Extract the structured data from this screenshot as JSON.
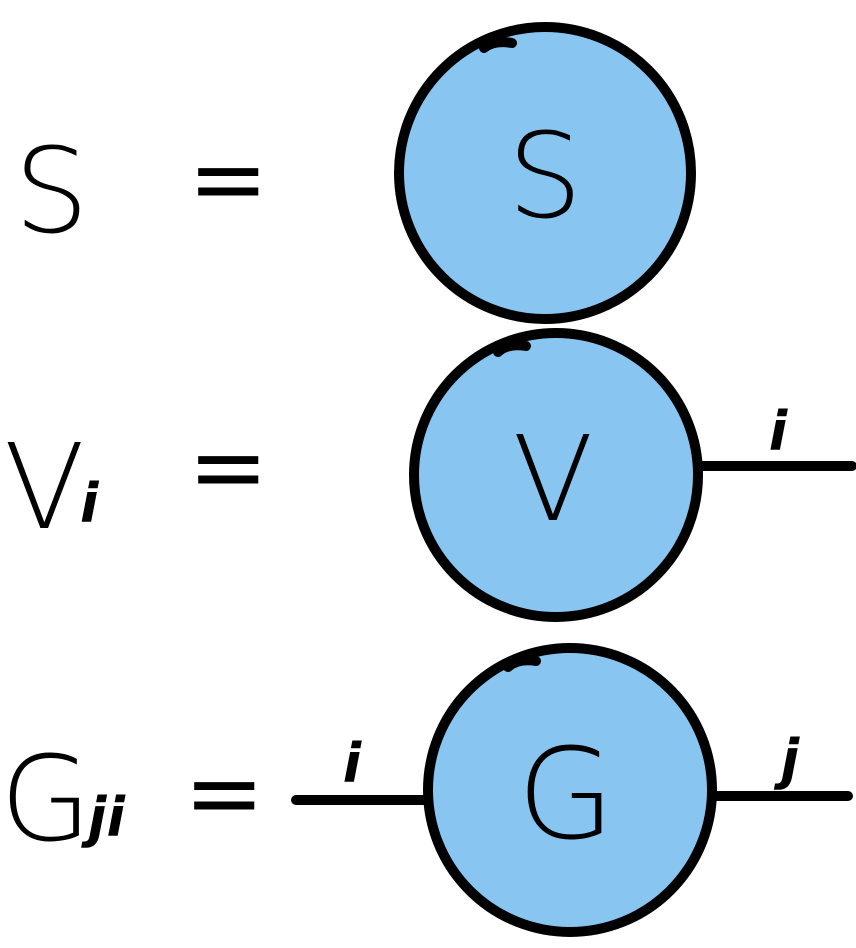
{
  "colors": {
    "node_fill": "#88c5f0",
    "stroke": "#000000",
    "background": "#ffffff"
  },
  "rows": [
    {
      "symbol": "S",
      "subscript": "",
      "equals": "=",
      "node_label": "S",
      "left_leg_label": "",
      "right_leg_label": ""
    },
    {
      "symbol": "V",
      "subscript": "i",
      "equals": "=",
      "node_label": "V",
      "left_leg_label": "",
      "right_leg_label": "i"
    },
    {
      "symbol": "G",
      "subscript": "ji",
      "equals": "=",
      "node_label": "G",
      "left_leg_label": "i",
      "right_leg_label": "j"
    }
  ]
}
